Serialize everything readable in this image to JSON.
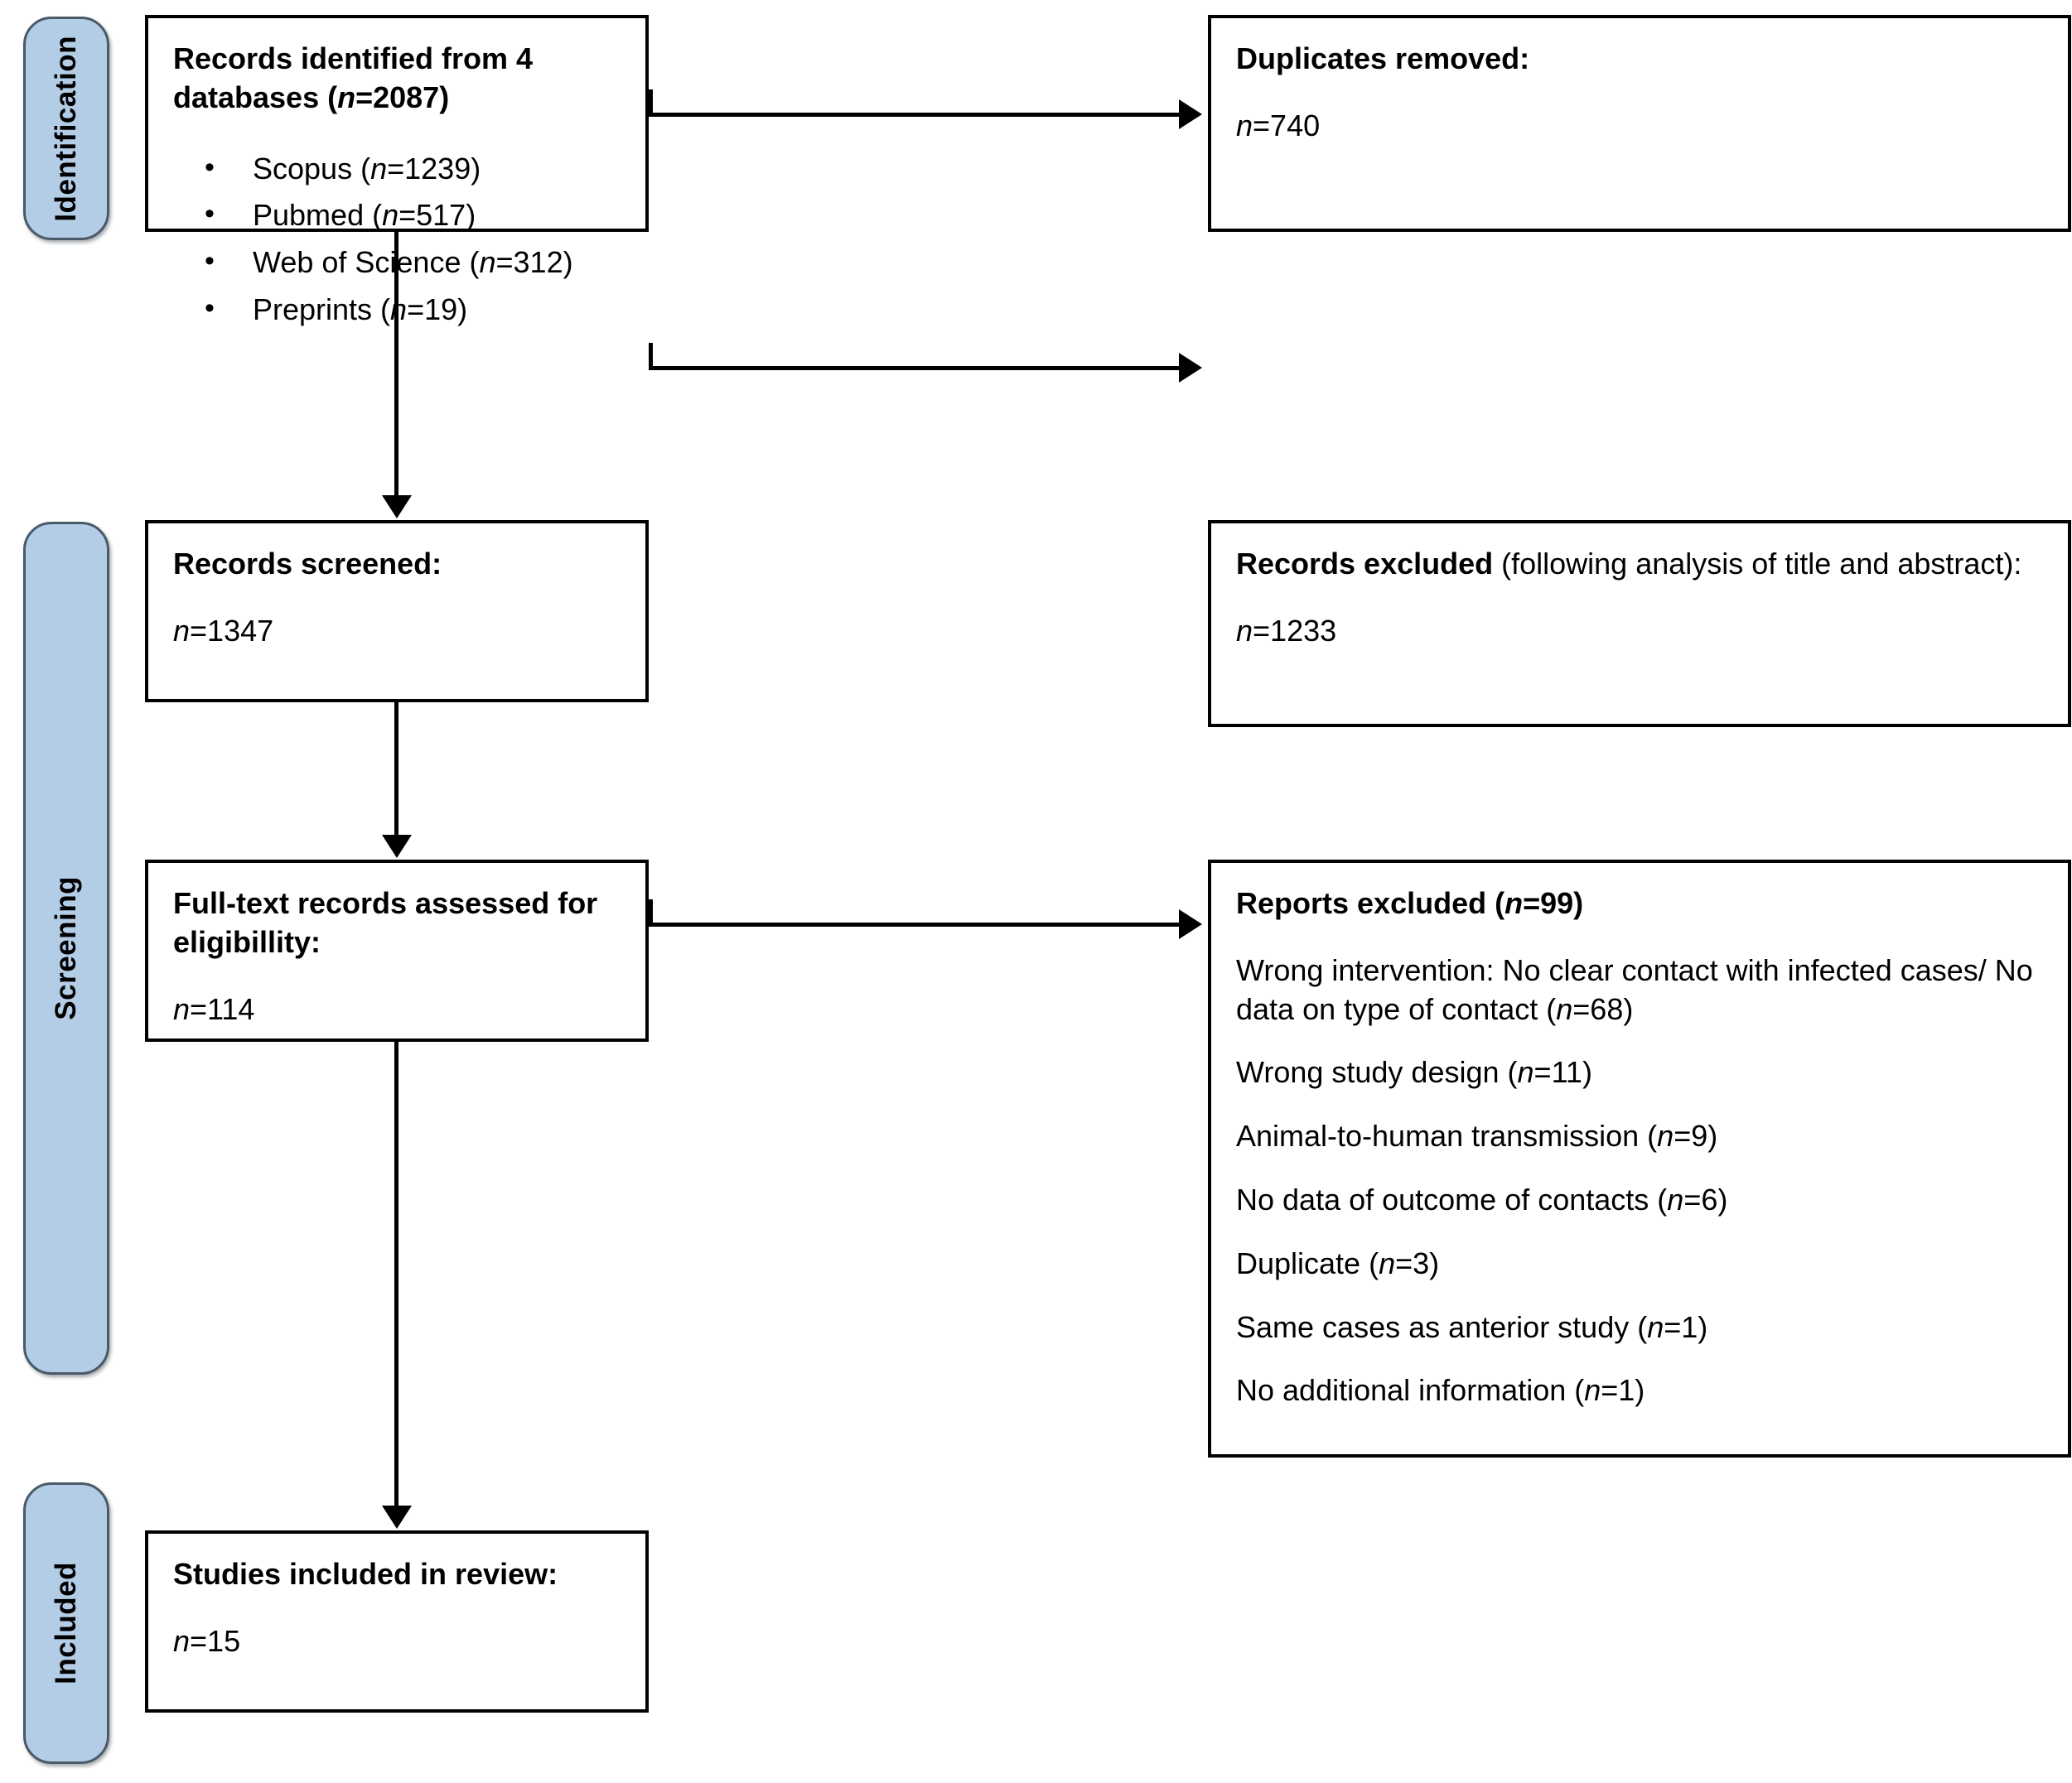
{
  "diagram": {
    "title": "PRISMA flow diagram",
    "accent_color": "#b4cde7",
    "border_color": "#000000",
    "tab_border_color": "#4a5a68"
  },
  "phases": [
    {
      "id": "identification",
      "label": "Identification"
    },
    {
      "id": "screening",
      "label": "Screening"
    },
    {
      "id": "included",
      "label": "Included"
    }
  ],
  "boxes": {
    "identified": {
      "heading": "Records identified from 4 databases (",
      "heading_n": "n",
      "heading_eq": "=2087)",
      "sources": [
        {
          "name": "Scopus (",
          "n": "n",
          "value": "=1239)"
        },
        {
          "name": "Pubmed (",
          "n": "n",
          "value": "=517)"
        },
        {
          "name": "Web of Science (",
          "n": "n",
          "value": "=312)"
        },
        {
          "name": "Preprints (",
          "n": "n",
          "value": "=19)"
        }
      ]
    },
    "duplicates": {
      "heading": "Duplicates removed:",
      "count_n": "n",
      "count_value": "=740"
    },
    "screened": {
      "heading": "Records screened:",
      "count_n": "n",
      "count_value": "=1347"
    },
    "records_excluded": {
      "heading_bold": "Records excluded",
      "heading_rest": " (following analysis of title and abstract):",
      "count_n": "n",
      "count_value": "=1233"
    },
    "fulltext": {
      "heading": "Full-text records assessed for eligibillity:",
      "count_n": "n",
      "count_value": "=114"
    },
    "reports_excluded": {
      "heading_bold": "Reports excluded (",
      "heading_n": "n",
      "heading_rest": "=99)",
      "reasons": [
        {
          "text": "Wrong intervention: No clear contact with infected cases/ No data on type of contact (",
          "n": "n",
          "value": "=68)"
        },
        {
          "text": "Wrong study design (",
          "n": "n",
          "value": "=11)"
        },
        {
          "text": "Animal-to-human transmission (",
          "n": "n",
          "value": "=9)"
        },
        {
          "text": "No data of outcome of contacts (",
          "n": "n",
          "value": "=6)"
        },
        {
          "text": "Duplicate (",
          "n": "n",
          "value": "=3)"
        },
        {
          "text": "Same cases as anterior study (",
          "n": "n",
          "value": "=1)"
        },
        {
          "text": "No additional information (",
          "n": "n",
          "value": "=1)"
        }
      ]
    },
    "included_studies": {
      "heading": "Studies included in review:",
      "count_n": "n",
      "count_value": "=15"
    }
  }
}
